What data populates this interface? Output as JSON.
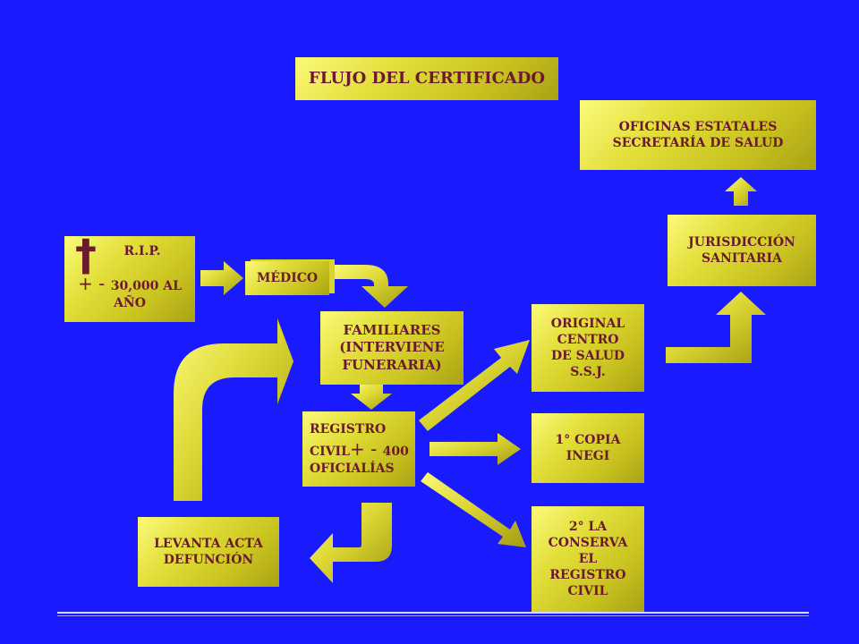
{
  "title": "FLUJO DEL CERTIFICADO",
  "rip": {
    "title": "R.I.P.",
    "cross": "†",
    "stat_prefix": "+ - ",
    "stat_value": "30,000 AL",
    "stat_unit": "AÑO"
  },
  "medico": "MÉDICO",
  "familiares": [
    "FAMILIARES",
    "(INTERVIENE",
    "FUNERARIA)"
  ],
  "registro": {
    "line1": "REGISTRO",
    "line2_prefix": "CIVIL",
    "line2_sign": "+ - ",
    "line2_value": "400",
    "line3": "OFICIALÍAS"
  },
  "levanta": [
    "LEVANTA ACTA",
    "DEFUNCIÓN"
  ],
  "original": [
    "ORIGINAL",
    "CENTRO",
    "DE SALUD",
    "S.S.J."
  ],
  "copia1": [
    "1° COPIA",
    "INEGI"
  ],
  "copia2": [
    "2° LA",
    "CONSERVA",
    "EL",
    "REGISTRO",
    "CIVIL"
  ],
  "jurisdiccion": [
    "JURISDICCIÓN",
    "SANITARIA"
  ],
  "oficinas": [
    "OFICINAS ESTATALES",
    "SECRETARÍA DE SALUD"
  ],
  "colors": {
    "background": "#1a1aff",
    "box": "#e2de3a",
    "text": "#6b1a2e"
  }
}
